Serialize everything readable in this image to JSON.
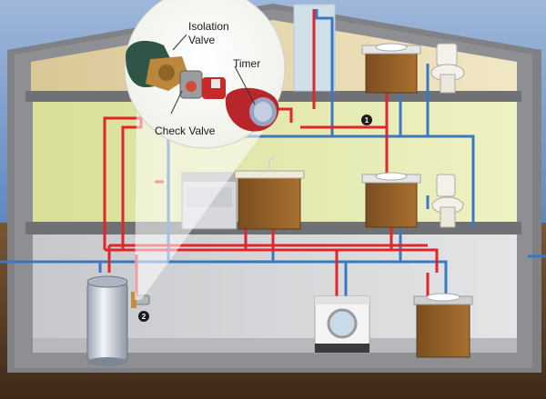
{
  "labels": {
    "isolation_valve_line1": "Isolation",
    "isolation_valve_line2": "Valve",
    "timer": "Timer",
    "check_valve": "Check Valve"
  },
  "markers": {
    "marker_1": "1",
    "marker_2": "2"
  },
  "colors": {
    "hot_pipe": "#e0252b",
    "cold_pipe": "#3a78c2",
    "sky": "#6f96c8",
    "ground": "#6d4a2b",
    "house_shell": "#8d8f92",
    "attic_wall": "#e9ddb5",
    "main_floor_wall": "#e7edb4",
    "basement_wall": "#d9dadc"
  }
}
